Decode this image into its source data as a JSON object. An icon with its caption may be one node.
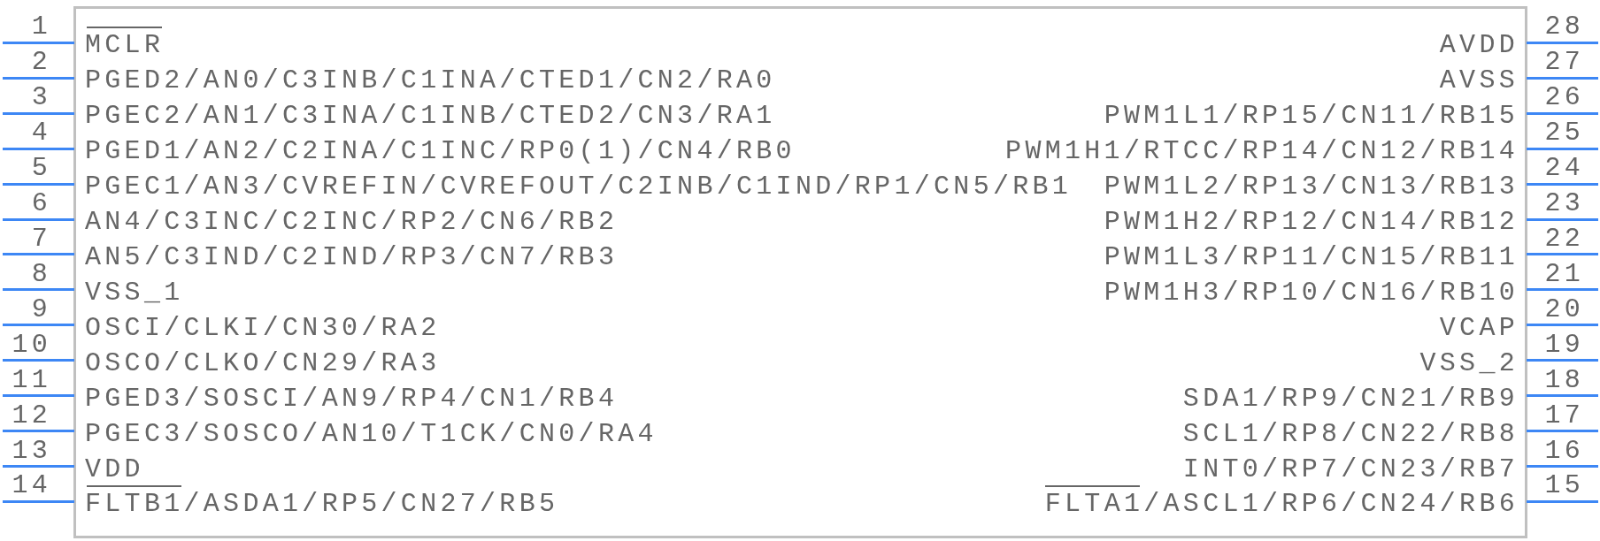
{
  "diagram": {
    "labels": [
      "1",
      "MCLR",
      "AVDD",
      "28",
      "2",
      "PGED2/AN0/C3INB/C1INA/CTED1/CN2/RA0",
      "AVSS",
      "27",
      "3",
      "PGEC2/AN1/C3INA/C1INB/CTED2/CN3/RA1",
      "PWM1L1/RP15/CN11/RB15",
      "26",
      "4",
      "PGED1/AN2/C2INA/C1INC/RP0(1)/CN4/RB0",
      "PWM1H1/RTCC/RP14/CN12/RB14",
      "25",
      "5",
      "PGEC1/AN3/CVREFIN/CVREFOUT/C2INB/C1IND/RP1/CN5/RB1",
      "PWM1L2/RP13/CN13/RB13",
      "24",
      "6",
      "AN4/C3INC/C2INC/RP2/CN6/RB2",
      "PWM1H2/RP12/CN14/RB12",
      "23",
      "7",
      "AN5/C3IND/C2IND/RP3/CN7/RB3",
      "PWM1L3/RP11/CN15/RB11",
      "22",
      "8",
      "VSS_1",
      "PWM1H3/RP10/CN16/RB10",
      "21",
      "9",
      "OSCI/CLKI/CN30/RA2",
      "VCAP",
      "20",
      "10",
      "OSCO/CLKO/CN29/RA3",
      "VSS_2",
      "19",
      "11",
      "PGED3/SOSCI/AN9/RP4/CN1/RB4",
      "SDA1/RP9/CN21/RB9",
      "18",
      "12",
      "PGEC3/SOSCO/AN10/T1CK/CN0/RA4",
      "SCL1/RP8/CN22/RB8",
      "17",
      "13",
      "VDD",
      "INT0/RP7/CN23/RB7",
      "16",
      "14",
      "FLTB1/ASDA1/RP5/CN27/RB5",
      "FLTA1/ASCL1/RP6/CN24/RB6",
      "15"
    ]
  }
}
